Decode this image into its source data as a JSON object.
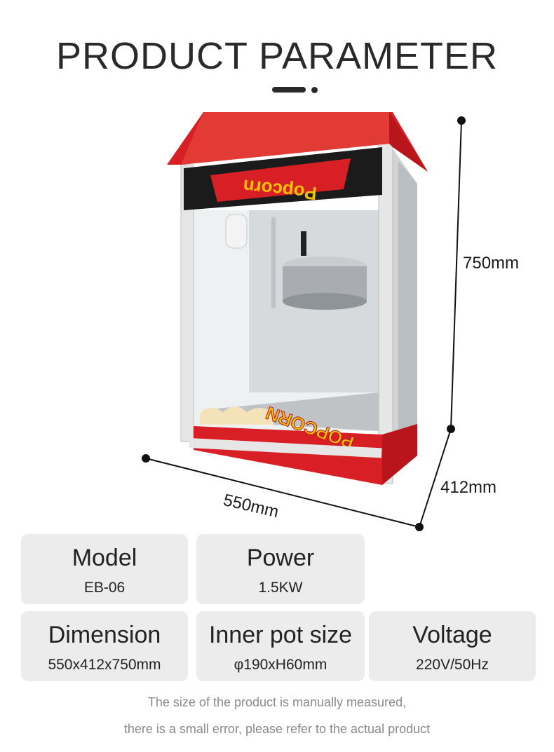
{
  "header": {
    "title": "PRODUCT PARAMETER"
  },
  "dimensions": {
    "height_label": "750mm",
    "depth_label": "412mm",
    "width_label": "550mm"
  },
  "machine": {
    "roof_logo_text": "Popcorn",
    "base_logo_text": "POPCORN",
    "colors": {
      "roof": "#d81f26",
      "frame": "#e8e8e8",
      "base": "#d81f26"
    }
  },
  "params": [
    {
      "name": "Model",
      "value": "EB-06"
    },
    {
      "name": "Power",
      "value": "1.5KW"
    },
    {
      "name": "Dimension",
      "value": "550x412x750mm"
    },
    {
      "name": "Inner pot size",
      "value": "φ190xH60mm"
    },
    {
      "name": "Voltage",
      "value": "220V/50Hz"
    }
  ],
  "notes": [
    "The size of the product is manually measured,",
    "there is a small error, please refer to the actual product"
  ]
}
